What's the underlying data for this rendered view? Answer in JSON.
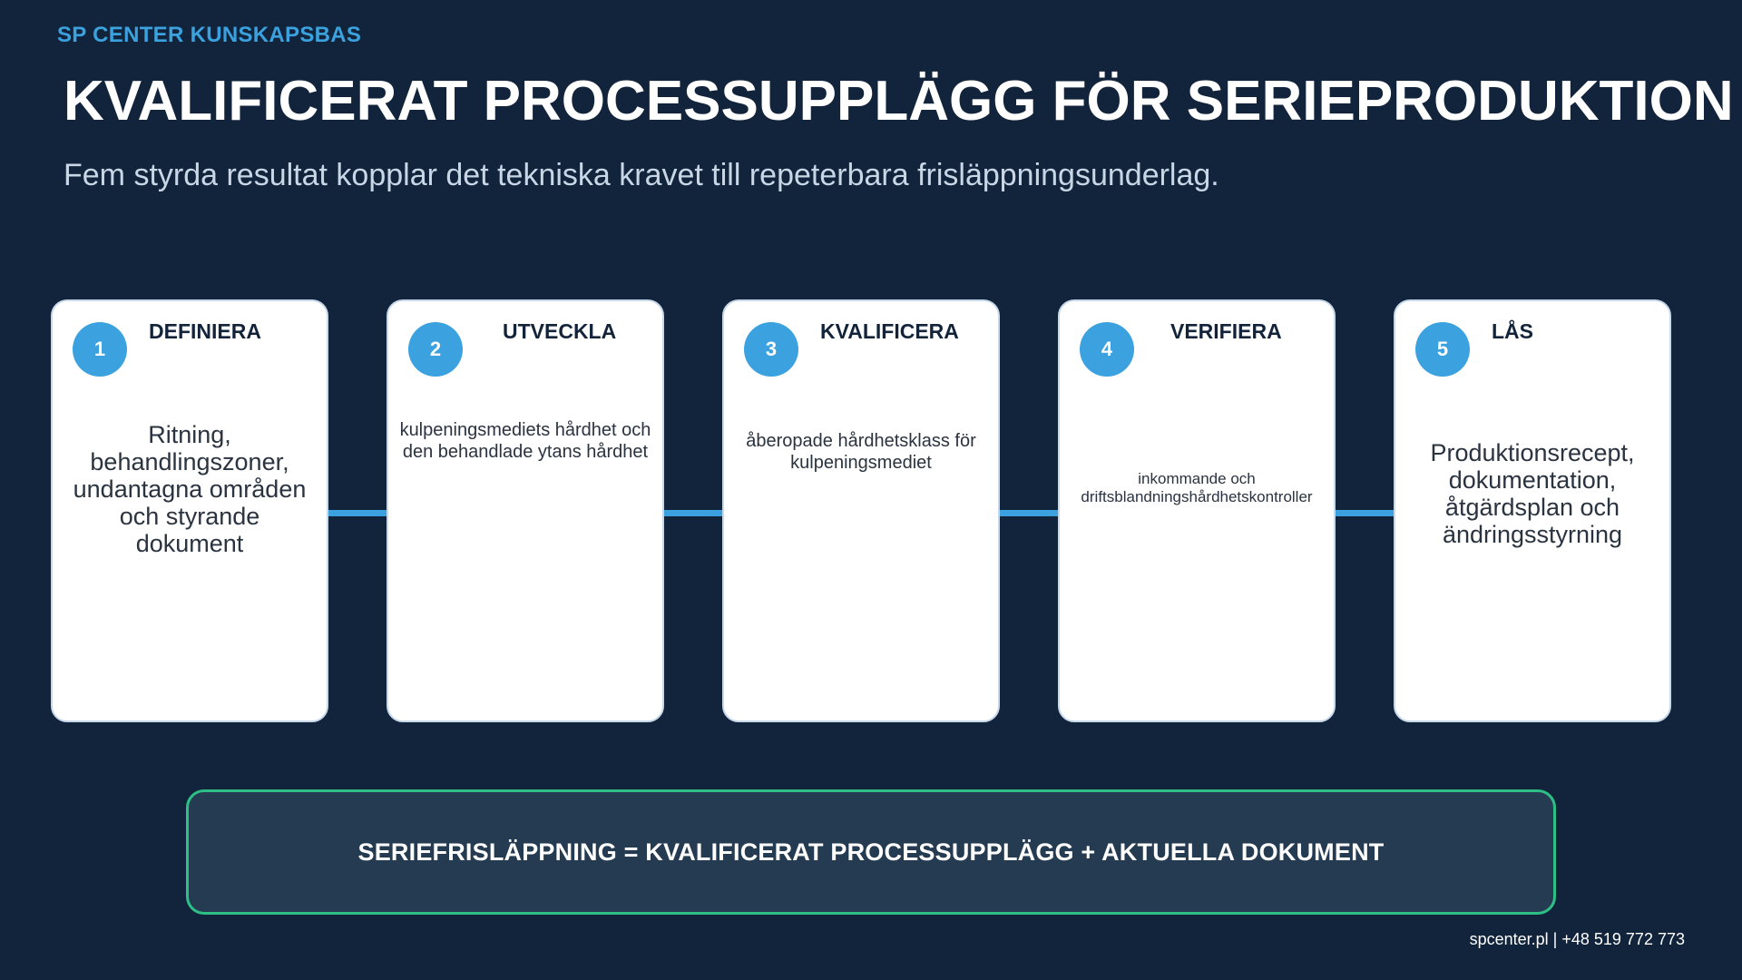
{
  "header": {
    "brand": "SP CENTER KUNSKAPSBAS",
    "title": "KVALIFICERAT PROCESSUPPLÄGG FÖR SERIEPRODUKTION",
    "subtitle": "Fem styrda resultat kopplar det tekniska kravet till repeterbara frisläppningsunderlag."
  },
  "steps": [
    {
      "number": "1",
      "title": "DEFINIERA",
      "body": "Ritning, behandlingszoner, undantagna områden och styrande dokument"
    },
    {
      "number": "2",
      "title": "UTVECKLA",
      "body": "kulpeningsmediets hårdhet och den behandlade ytans hårdhet"
    },
    {
      "number": "3",
      "title": "KVALIFICERA",
      "body": "åberopade hårdhetsklass för kulpeningsmediet"
    },
    {
      "number": "4",
      "title": "VERIFIERA",
      "body": "inkommande och driftsblandningshårdhetskontroller"
    },
    {
      "number": "5",
      "title": "LÅS",
      "body": "Produktionsrecept, dokumentation, åtgärdsplan och ändringsstyrning"
    }
  ],
  "release": {
    "text": "SERIEFRISLÄPPNING = KVALIFICERAT PROCESSUPPLÄGG + AKTUELLA DOKUMENT"
  },
  "footer": {
    "contact": "spcenter.pl  |  +48 519 772 773"
  },
  "colors": {
    "background": "#11243b",
    "accent": "#3ba2df",
    "release_border": "#2dbf86",
    "card": "#ffffff"
  }
}
